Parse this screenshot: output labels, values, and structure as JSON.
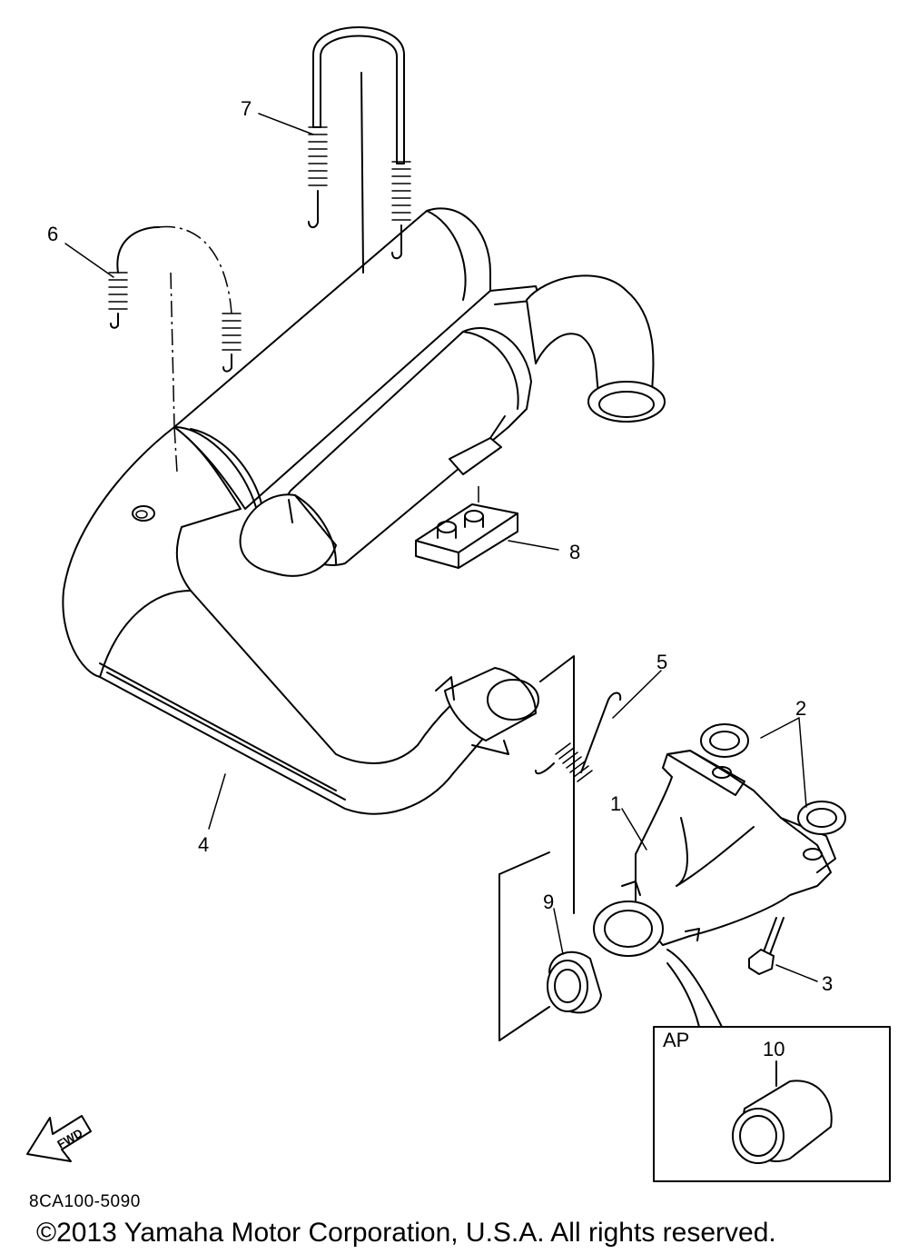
{
  "callouts": [
    {
      "id": "1",
      "label": "1"
    },
    {
      "id": "2",
      "label": "2"
    },
    {
      "id": "3",
      "label": "3"
    },
    {
      "id": "4",
      "label": "4"
    },
    {
      "id": "5",
      "label": "5"
    },
    {
      "id": "6",
      "label": "6"
    },
    {
      "id": "7",
      "label": "7"
    },
    {
      "id": "8",
      "label": "8"
    },
    {
      "id": "9",
      "label": "9"
    },
    {
      "id": "10",
      "label": "10"
    }
  ],
  "inset": {
    "label": "AP"
  },
  "direction": {
    "label": "FWD",
    "icon": "fwd-arrow-icon"
  },
  "diagram_code": "8CA100-5090",
  "copyright": "©2013 Yamaha Motor Corporation, U.S.A. All rights reserved."
}
